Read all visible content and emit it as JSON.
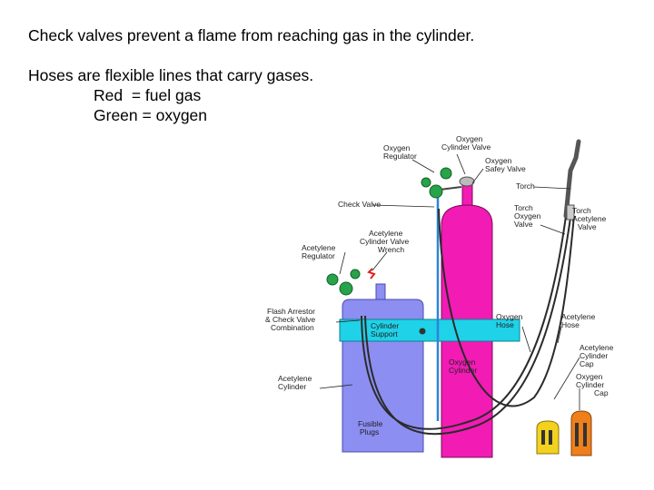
{
  "slide": {
    "line1": "Check valves prevent a flame from reaching gas in the cylinder.",
    "line2": "Hoses are flexible lines that carry gases.",
    "line3": "Red  = fuel gas",
    "line4": "Green = oxygen"
  },
  "diagram": {
    "labels": {
      "oxygen_regulator": [
        "Oxygen",
        "Regulator"
      ],
      "oxygen_cylinder_valve": [
        "Oxygen",
        "Cylinder Valve"
      ],
      "oxygen_safety_valve": [
        "Oxygen",
        "Safey Valve"
      ],
      "torch": [
        "Torch"
      ],
      "check_valve": [
        "Check Valve"
      ],
      "torch_oxygen_valve": [
        "Torch",
        "Oxygen",
        "Valve"
      ],
      "torch_acetylene_valve": [
        "Torch",
        "Acetylene",
        "Valve"
      ],
      "acetylene_cylinder_valve_wrench": [
        "Acetylene",
        "Cylinder Valve",
        "Wrench"
      ],
      "acetylene_regulator": [
        "Acetylene",
        "Regulator"
      ],
      "flash_arrestor": [
        "Flash Arrestor",
        "& Check Valve",
        "Combination"
      ],
      "cylinder_support": [
        "Cylinder",
        "Support"
      ],
      "oxygen_hose": [
        "Oxygen",
        "Hose"
      ],
      "acetylene_hose": [
        "Acetylene",
        "Hose"
      ],
      "acetylene_cylinder_cap": [
        "Acetylene",
        "Cylinder",
        "Cap"
      ],
      "oxygen_cylinder_cap": [
        "Oxygen",
        "Cylinder",
        "Cap"
      ],
      "oxygen_cylinder": [
        "Oxygen",
        "Cylinder"
      ],
      "acetylene_cylinder": [
        "Acetylene",
        "Cylinder"
      ],
      "fusible_plugs": [
        "Fusible",
        "Plugs"
      ]
    },
    "colors": {
      "oxygen_cylinder": "#f21bb4",
      "acetylene_cylinder": "#8c8ef2",
      "cylinder_support": "#1fd2e8",
      "regulator": "#27a34a",
      "acetylene_cap": "#f2d21e",
      "oxygen_cap": "#ef7f1a",
      "hose": "#2b2b2b"
    }
  }
}
